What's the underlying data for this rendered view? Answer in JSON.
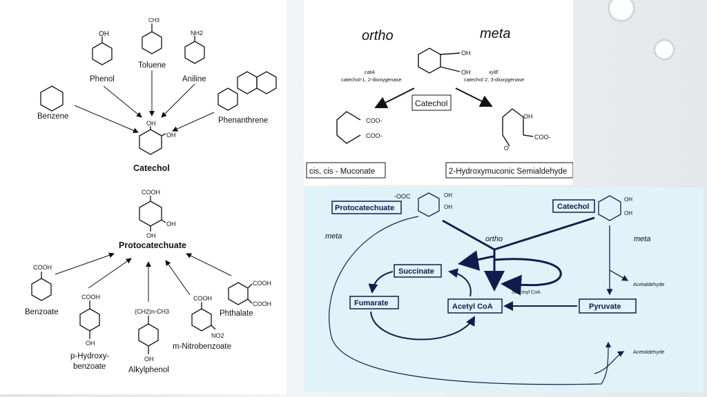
{
  "left": {
    "phenol": "Phenol",
    "toluene": "Toluene",
    "aniline": "Aniline",
    "benzene": "Benzene",
    "phenanthrene": "Phenanthrene",
    "catechol": "Catechol",
    "protocatechuate": "Protocatechuate",
    "benzoate": "Benzoate",
    "p_hydroxy": "p-Hydroxy-",
    "p_hydroxy2": "benzoate",
    "alkylphenol": "Alkylphenol",
    "nitro": "m-Nitrobenzoate",
    "phthalate": "Phthalate",
    "oh": "OH",
    "ch3": "CH3",
    "nh2": "NH2",
    "cooh": "COOH",
    "no2": "NO2",
    "alkyl": "(CH2)n-CH3"
  },
  "topright": {
    "ortho": "ortho",
    "meta": "meta",
    "cata": "catA",
    "cata_enz": "catechol-1, 2-dioxygenase",
    "xyle": "xylE",
    "xyle_enz": "catechol 2, 3-dioxygenase",
    "catechol": "Catechol",
    "oh": "OH",
    "coo": "COO-",
    "o": "O",
    "muconate": "cis, cis - Muconate",
    "semialdehyde": "2-Hydroxymuconic Semialdehyde"
  },
  "botright": {
    "ooc": "-OOC",
    "protocatechuate": "Protocatechuate",
    "catechol": "Catechol",
    "meta_left": "meta",
    "ortho": "ortho",
    "meta_right": "meta",
    "succinate": "Succinate",
    "succinyl": "Succinyl CoA",
    "fumarate": "Fumarate",
    "acetyl": "Acetyl CoA",
    "pyruvate": "Pyruvate",
    "acetaldehyde1": "Acetaldehyde",
    "acetaldehyde2": "Acetaldehyde",
    "oh": "OH"
  }
}
